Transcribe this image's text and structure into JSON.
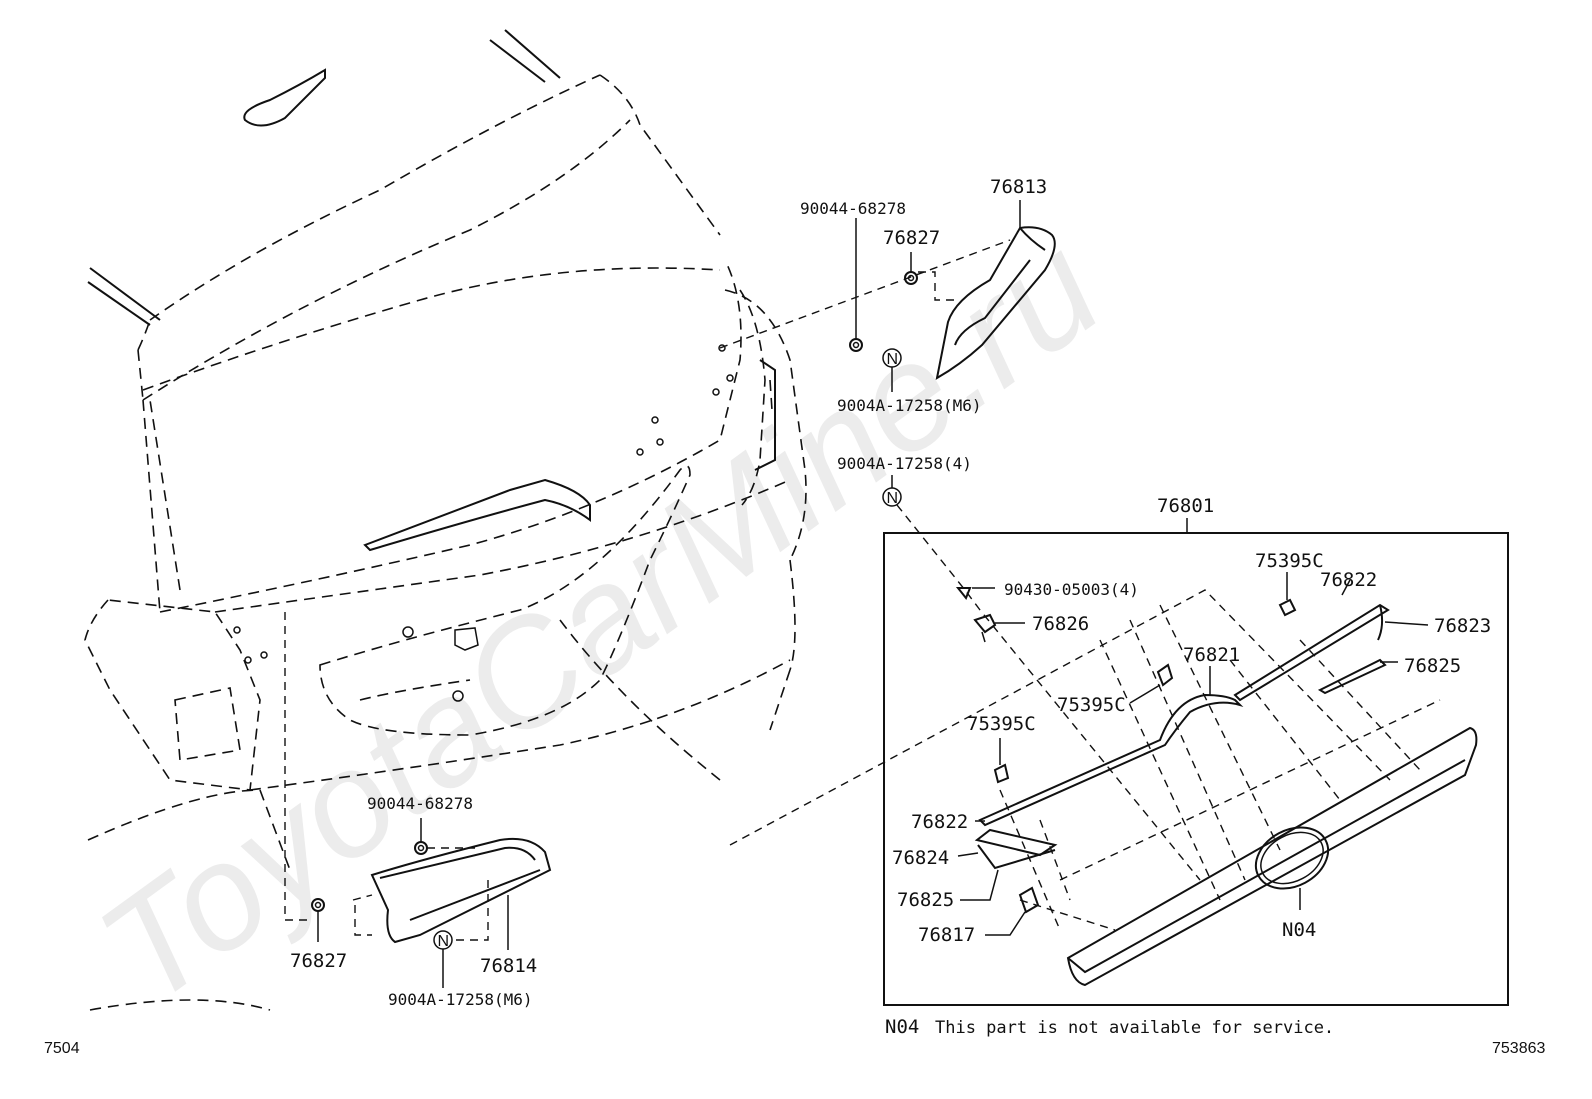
{
  "watermark": "ToyotaCarMine.ru",
  "callouts": {
    "p76813": "76813",
    "p90044_top": "90044-68278",
    "p76827_top": "76827",
    "p9004A_m6_top": "9004A-17258(M6)",
    "p9004A_4": "9004A-17258(4)",
    "p76801": "76801",
    "p90430": "90430-05003(4)",
    "p76826": "76826",
    "p75395C_a": "75395C",
    "p76822_a": "76822",
    "p76823": "76823",
    "p76821": "76821",
    "p76825_a": "76825",
    "p75395C_b": "75395C",
    "p75395C_c": "75395C",
    "p76822_b": "76822",
    "p76824": "76824",
    "p76825_b": "76825",
    "p76817": "76817",
    "pN04": "N04",
    "p90044_bottom": "90044-68278",
    "p76827_bottom": "76827",
    "p76814": "76814",
    "p9004A_m6_bottom": "9004A-17258(M6)"
  },
  "note": {
    "code": "N04",
    "text": "This part is not available for service."
  },
  "footer": {
    "left_code": "7504",
    "right_code": "753863"
  },
  "marker_letter": "N"
}
